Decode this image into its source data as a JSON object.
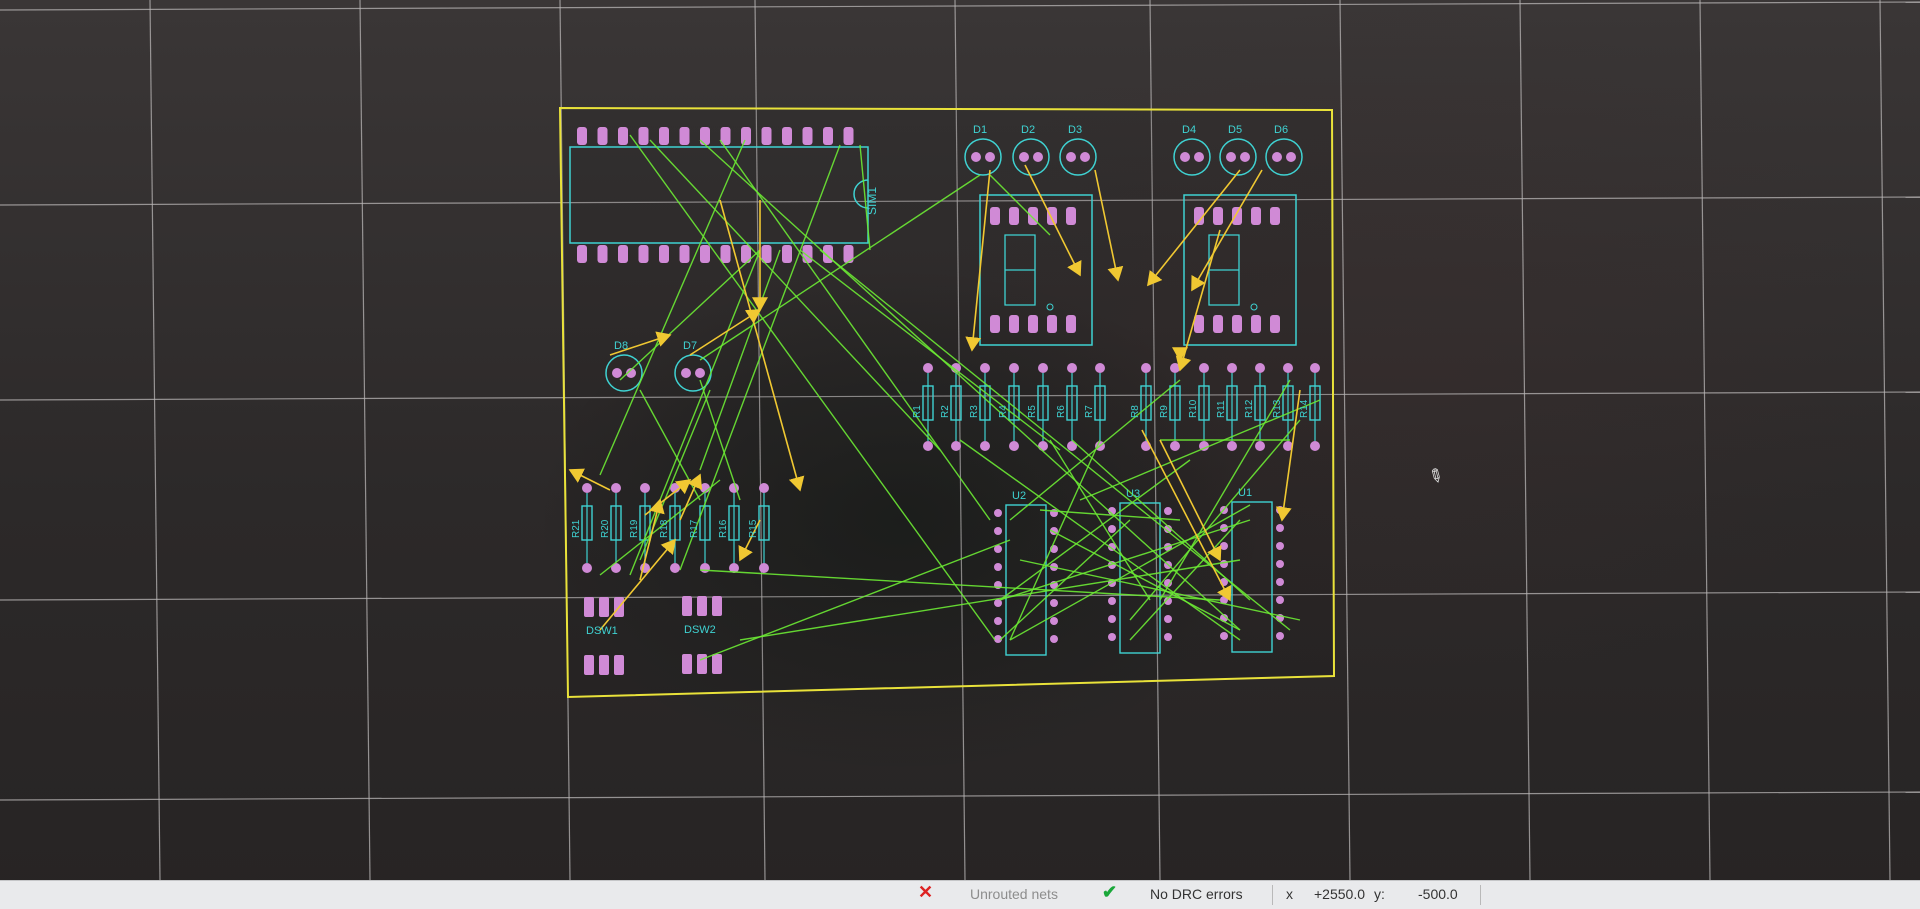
{
  "colors": {
    "grid": "#b9b6b6",
    "board_outline": "#e9e23a",
    "pad": "#d08ad6",
    "silkscreen": "#3fd2d2",
    "ratsnest": "#6cea34",
    "force_vector": "#f0c832"
  },
  "board": {
    "display_labels": {
      "ic_main": "SIM1",
      "leds_top": [
        "D1",
        "D2",
        "D3",
        "D4",
        "D5",
        "D6"
      ],
      "leds_left": [
        "D8",
        "D7"
      ],
      "resistors_top": [
        "R1",
        "R2",
        "R3",
        "R4",
        "R5",
        "R6",
        "R7",
        "R8",
        "R9",
        "R10",
        "R11",
        "R12",
        "R13",
        "R14"
      ],
      "resistors_left": [
        "R21",
        "R20",
        "R19",
        "R18",
        "R17",
        "R16",
        "R15"
      ],
      "ics": [
        "U2",
        "U3",
        "U1"
      ],
      "connectors": [
        "DSW1",
        "DSW2"
      ]
    }
  },
  "status": {
    "error_icon": "close-icon",
    "error_text": "Unrouted nets",
    "ok_icon": "check-icon",
    "drc_text": "No DRC errors",
    "x_label": "x",
    "x_value": "+2550.0",
    "y_label": "y:",
    "y_value": "-500.0"
  },
  "cursor_icon": "pencil-icon"
}
